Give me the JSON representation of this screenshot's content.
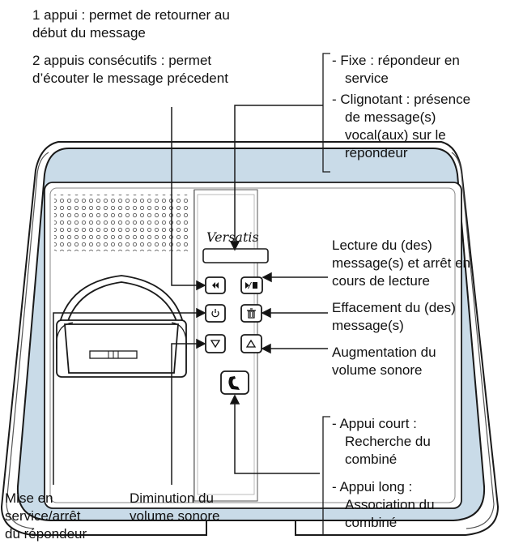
{
  "brand": "Versatis",
  "top_note": {
    "line1": "1 appui : permet de retourner au",
    "line2": "début du message",
    "line3": "2 appuis consécutifs : permet",
    "line4": "d’écouter le message précedent"
  },
  "led_note": {
    "a1": "- Fixe : répondeur en",
    "a2": "service",
    "b1": "- Clignotant : présence",
    "b2": "de message(s)",
    "b3": "vocal(aux) sur le",
    "b4": "répondeur"
  },
  "play_note": {
    "l1": "Lecture du (des)",
    "l2": "message(s) et arrêt en",
    "l3": "cours de lecture"
  },
  "delete_note": {
    "l1": "Effacement du (des)",
    "l2": "message(s)"
  },
  "volume_up_note": {
    "l1": "Augmentation du",
    "l2": "volume sonore"
  },
  "page_note": {
    "a1": "- Appui court :",
    "a2": "Recherche du",
    "a3": "combiné",
    "b1": "- Appui long :",
    "b2": "Association du",
    "b3": "combiné"
  },
  "onoff_note": {
    "l1": "Mise en",
    "l2": "service/arrêt",
    "l3": "du répondeur"
  },
  "volume_down_note": {
    "l1": "Diminution du",
    "l2": "volume sonore"
  },
  "icons": {
    "rewind": "rewind-icon",
    "play_stop": "play-stop-icon",
    "power": "power-icon",
    "delete": "trash-icon",
    "volume_down": "triangle-down-icon",
    "volume_up": "triangle-up-icon",
    "page": "page-handset-icon"
  },
  "colors": {
    "frame": "#c9dbe8",
    "outline": "#1a1a1a"
  }
}
